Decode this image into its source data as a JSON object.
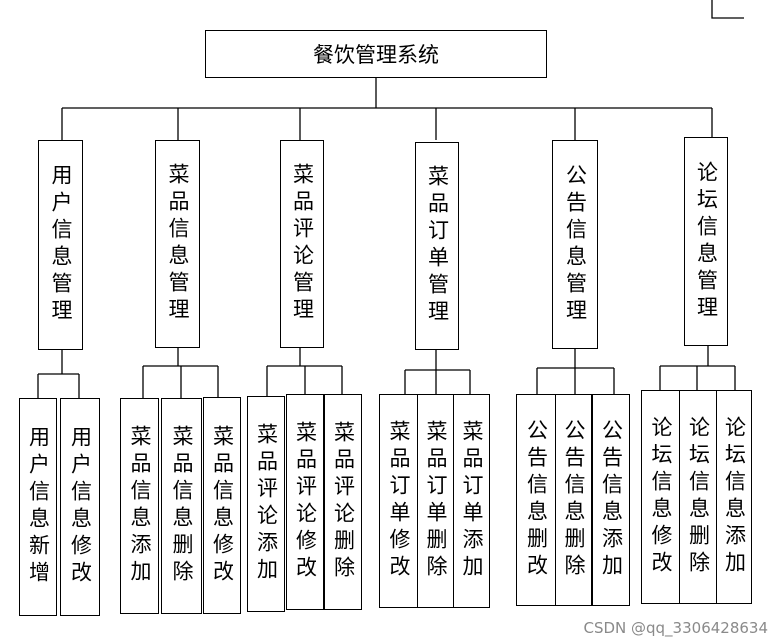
{
  "root": "餐饮管理系统",
  "modules": [
    {
      "label": "用户信息管理",
      "children": [
        "用户信息新增",
        "用户信息修改"
      ]
    },
    {
      "label": "菜品信息管理",
      "children": [
        "菜品信息添加",
        "菜品信息删除",
        "菜品信息修改"
      ]
    },
    {
      "label": "菜品评论管理",
      "children": [
        "菜品评论添加",
        "菜品评论修改",
        "菜品评论删除"
      ]
    },
    {
      "label": "菜品订单管理",
      "children": [
        "菜品订单修改",
        "菜品订单删除",
        "菜品订单添加"
      ]
    },
    {
      "label": "公告信息管理",
      "children": [
        "公告信息删改",
        "公告信息删除",
        "公告信息添加"
      ]
    },
    {
      "label": "论坛信息管理",
      "children": [
        "论坛信息修改",
        "论坛信息删除",
        "论坛信息添加"
      ]
    }
  ],
  "watermark": "CSDN @qq_3306428634"
}
